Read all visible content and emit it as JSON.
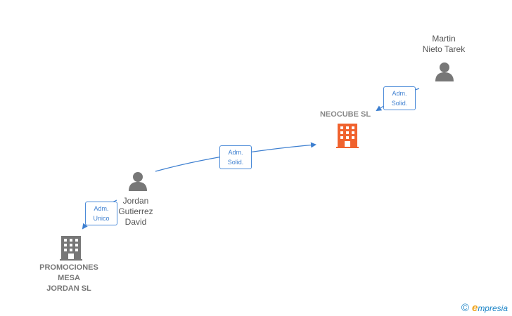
{
  "nodes": {
    "martin": {
      "label": "Martin\nNieto Tarek",
      "type": "person"
    },
    "neocube": {
      "label": "NEOCUBE  SL",
      "type": "company-focus"
    },
    "jordan": {
      "label": "Jordan\nGutierrez\nDavid",
      "type": "person"
    },
    "promociones": {
      "label": "PROMOCIONES\nMESA\nJORDAN  SL",
      "type": "company"
    }
  },
  "edges": {
    "martin_neocube": {
      "label": "Adm.\nSolid."
    },
    "jordan_neocube": {
      "label": "Adm.\nSolid."
    },
    "jordan_promociones": {
      "label": "Adm.\nUnico"
    }
  },
  "brand": {
    "copyright": "©",
    "initial": "e",
    "name": "mpresia"
  },
  "colors": {
    "edge": "#3d7fd0",
    "person_icon": "#777777",
    "company_icon": "#777777",
    "focus_icon": "#f0622e"
  },
  "icons": {
    "person": "person-icon",
    "company": "building-icon"
  }
}
